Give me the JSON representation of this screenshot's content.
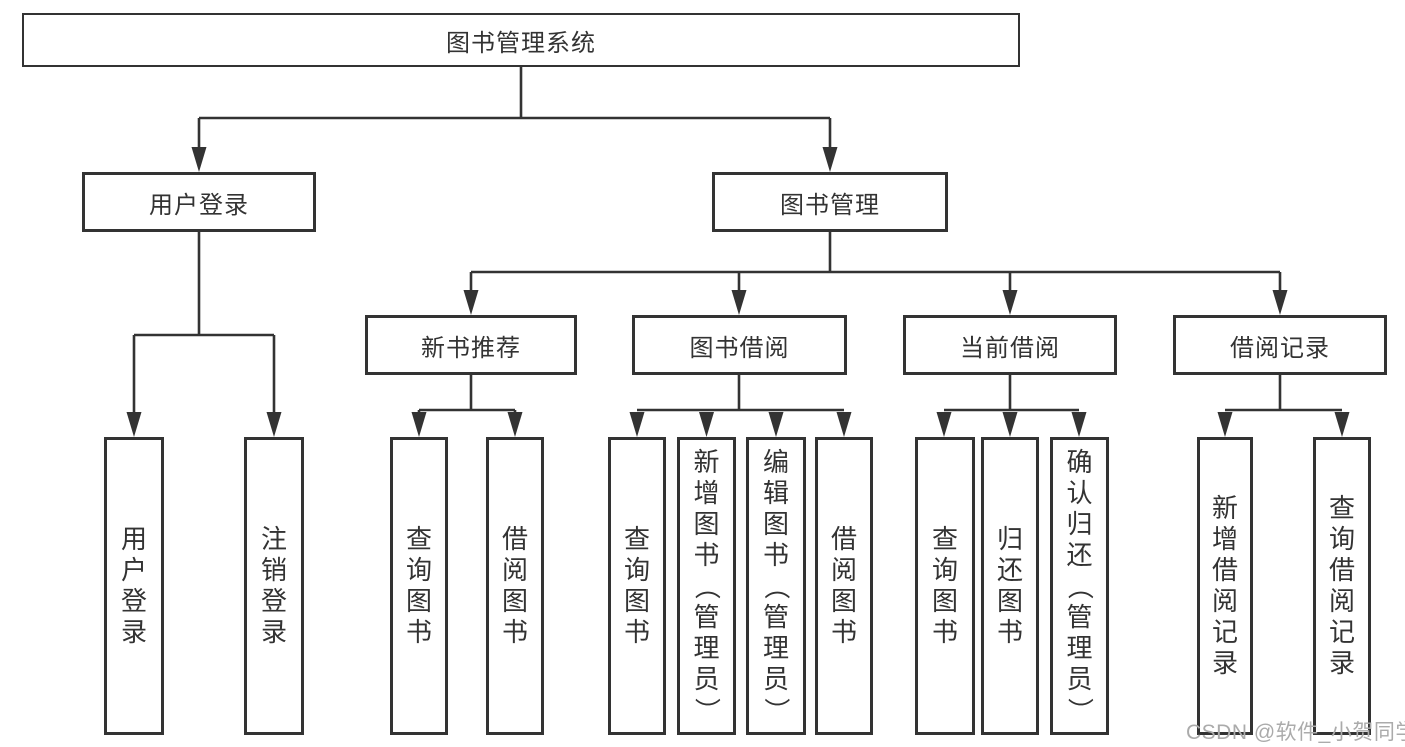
{
  "colors": {
    "line": "#333333",
    "text": "#333333",
    "watermark": "#ababab",
    "background": "#ffffff"
  },
  "watermark": {
    "text": "CSDN @软件_小贺同学"
  },
  "tree": {
    "root": "图书管理系统",
    "branches": [
      {
        "label": "用户登录",
        "children": [
          "用户登录",
          "注销登录"
        ]
      },
      {
        "label": "图书管理",
        "groups": [
          {
            "label": "新书推荐",
            "children": [
              "查询图书",
              "借阅图书"
            ]
          },
          {
            "label": "图书借阅",
            "children": [
              "查询图书",
              "新增图书（管理员）",
              "编辑图书（管理员）",
              "借阅图书"
            ]
          },
          {
            "label": "当前借阅",
            "children": [
              "查询图书",
              "归还图书",
              "确认归还（管理员）"
            ]
          },
          {
            "label": "借阅记录",
            "children": [
              "新增借阅记录",
              "查询借阅记录"
            ]
          }
        ]
      }
    ]
  }
}
